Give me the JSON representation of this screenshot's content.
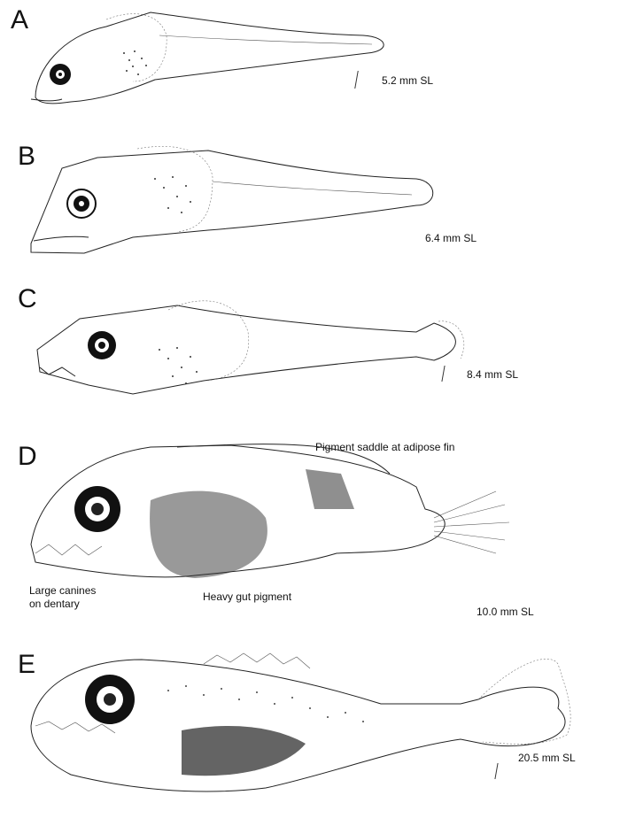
{
  "panels": [
    {
      "letter": "A",
      "size_label": "5.2 mm SL"
    },
    {
      "letter": "B",
      "size_label": "6.4 mm SL"
    },
    {
      "letter": "C",
      "size_label": "8.4 mm SL"
    },
    {
      "letter": "D",
      "size_label": "10.0 mm SL"
    },
    {
      "letter": "E",
      "size_label": "20.5 mm SL"
    }
  ],
  "annotations": {
    "pigment_saddle": "Pigment saddle at adipose fin",
    "canines_line1": "Large canines",
    "canines_line2": "on dentary",
    "gut_pigment": "Heavy gut pigment"
  }
}
